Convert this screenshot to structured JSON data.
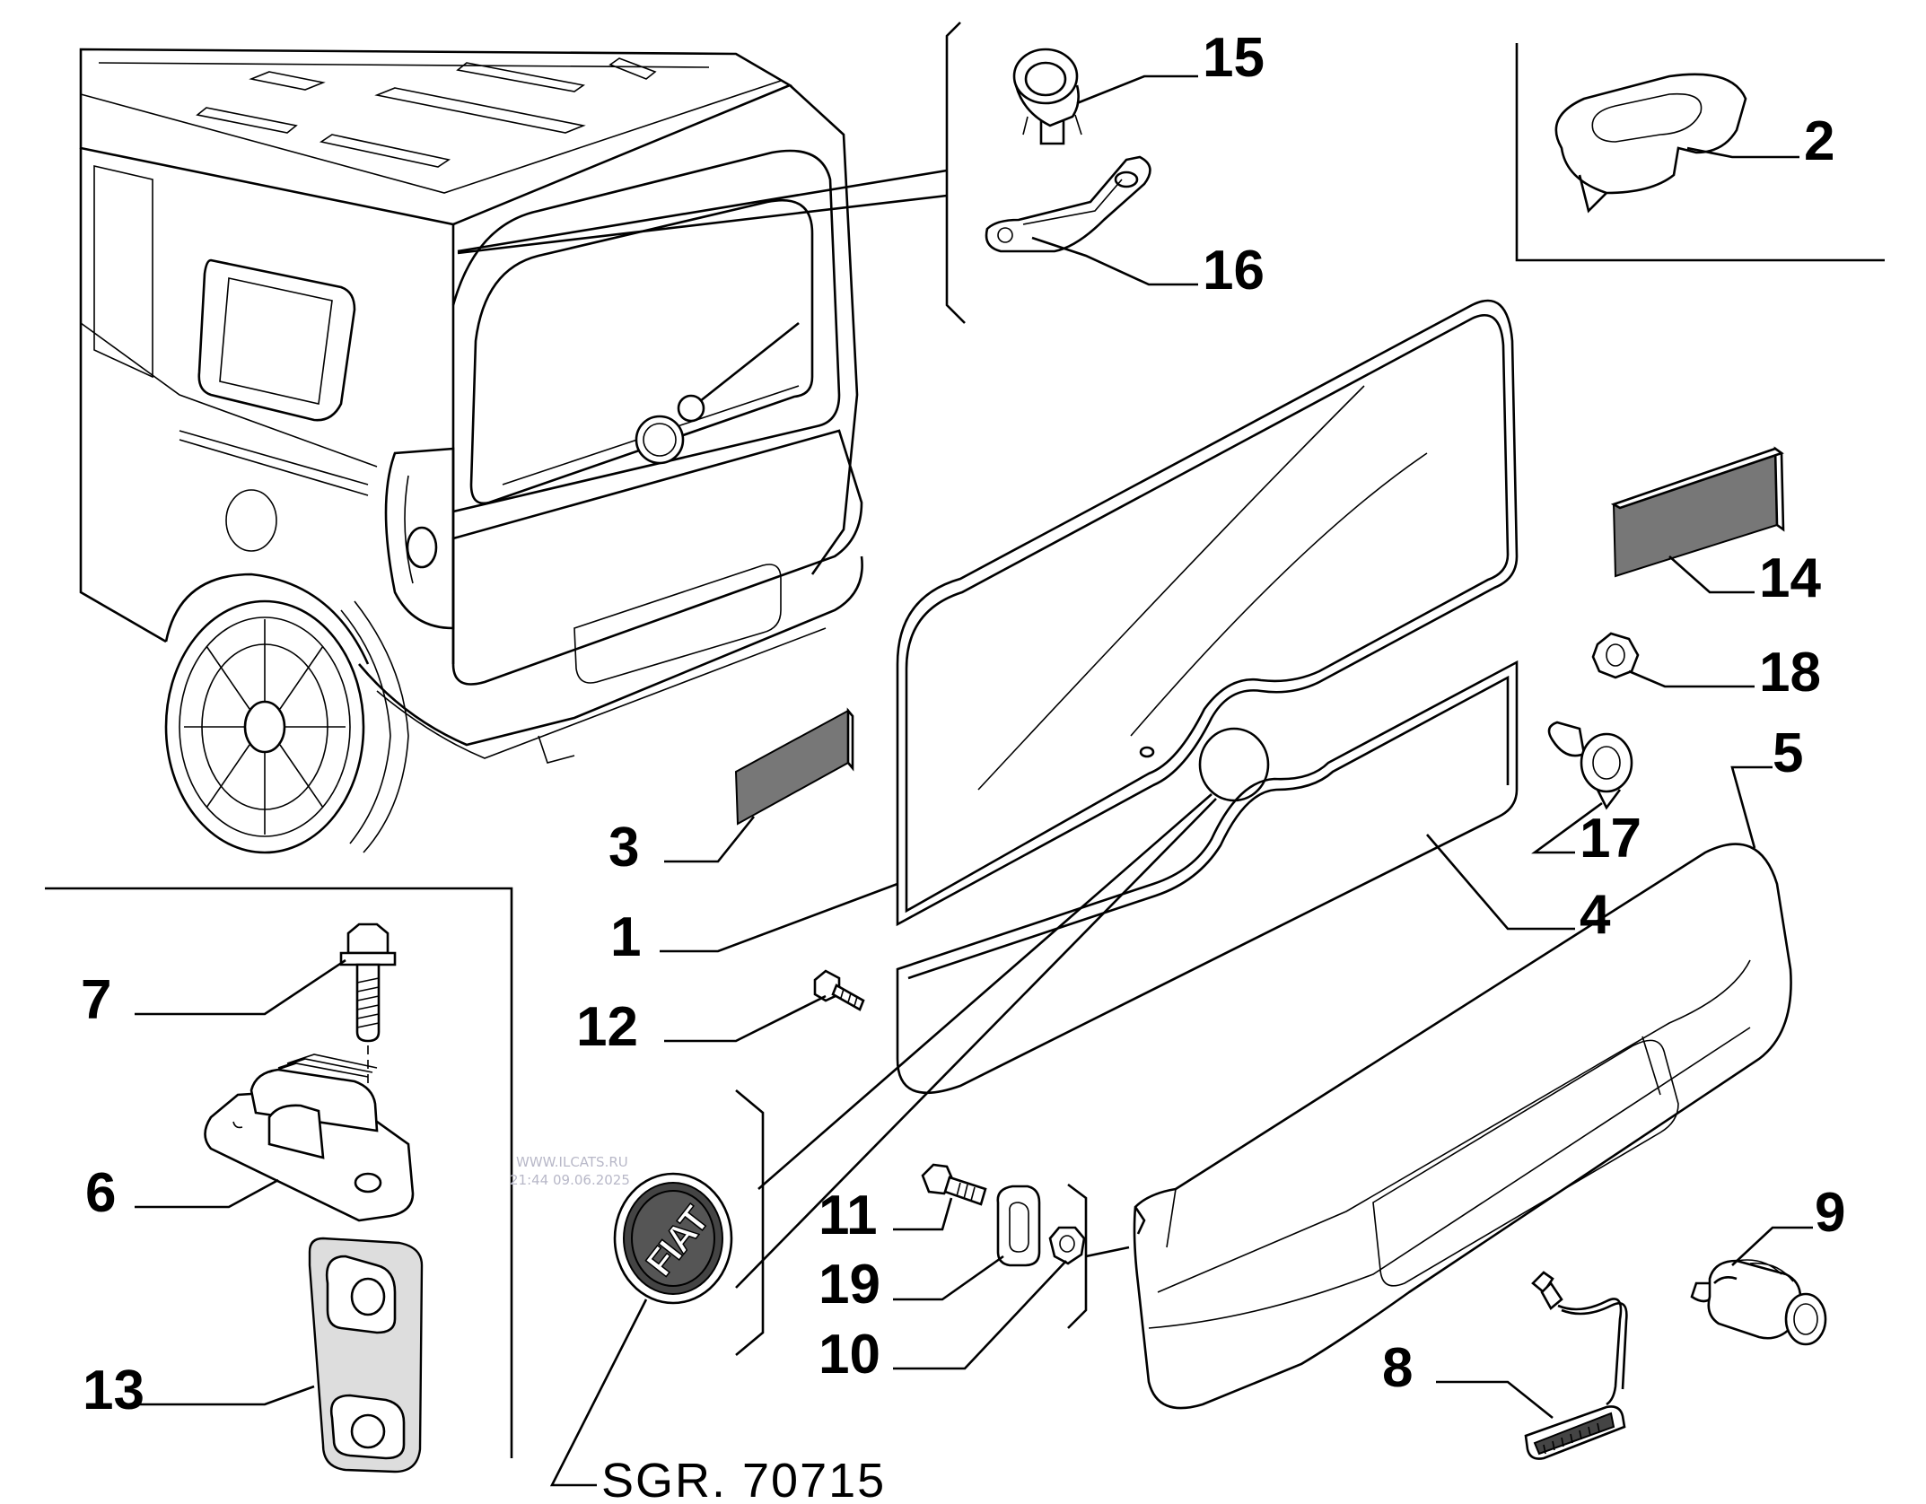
{
  "diagram": {
    "code_label": "SGR. 70715",
    "watermark": [
      "WWW.ILCATS.RU",
      "21:44 09.06.2025"
    ],
    "badge_text": "FIAT",
    "callouts": [
      {
        "id": "c1",
        "text": "1"
      },
      {
        "id": "c2",
        "text": "2"
      },
      {
        "id": "c3",
        "text": "3"
      },
      {
        "id": "c4",
        "text": "4"
      },
      {
        "id": "c5",
        "text": "5"
      },
      {
        "id": "c6",
        "text": "6"
      },
      {
        "id": "c7",
        "text": "7"
      },
      {
        "id": "c8",
        "text": "8"
      },
      {
        "id": "c9",
        "text": "9"
      },
      {
        "id": "c10",
        "text": "10"
      },
      {
        "id": "c11",
        "text": "11"
      },
      {
        "id": "c12",
        "text": "12"
      },
      {
        "id": "c13",
        "text": "13"
      },
      {
        "id": "c14",
        "text": "14"
      },
      {
        "id": "c15",
        "text": "15"
      },
      {
        "id": "c16",
        "text": "16"
      },
      {
        "id": "c17",
        "text": "17"
      },
      {
        "id": "c18",
        "text": "18"
      },
      {
        "id": "c19",
        "text": "19"
      }
    ]
  }
}
